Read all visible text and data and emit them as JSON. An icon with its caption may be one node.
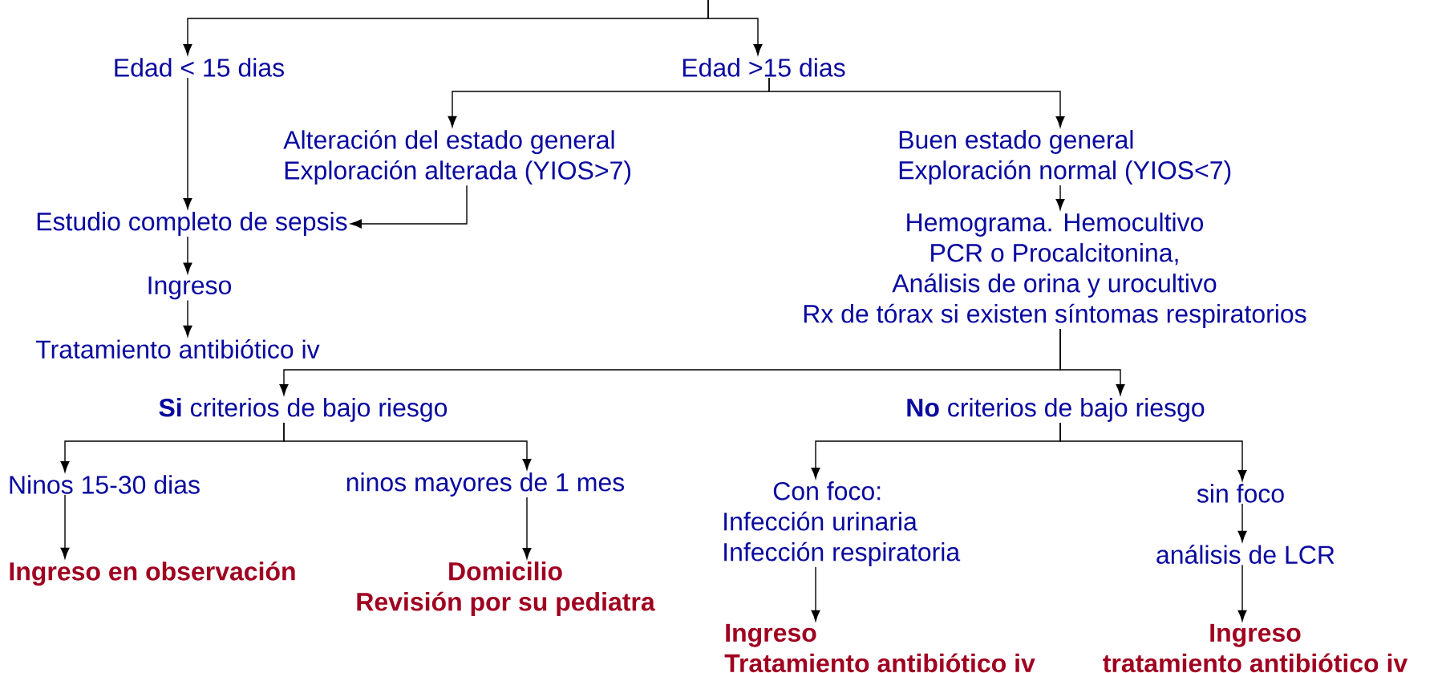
{
  "diagram": {
    "nodes": [
      {
        "text": [
          "Edad < 15 dias"
        ]
      },
      {
        "text": [
          "Edad >15 dias"
        ]
      },
      {
        "text": [
          "Alteración del estado general",
          "Exploración alterada (YIOS>7)"
        ]
      },
      {
        "text": [
          "Buen estado general",
          "Exploración normal (YIOS<7)"
        ]
      },
      {
        "text": [
          "Estudio completo de sepsis"
        ]
      },
      {
        "text": [
          "Ingreso"
        ]
      },
      {
        "text": [
          "Tratamiento antibiótico iv"
        ]
      },
      {
        "text": [
          "Hemograma. Hemocultivo",
          "PCR o Procalcitonina,",
          "Análisis de orina y urocultivo",
          "Rx de tórax si existen síntomas respiratorios"
        ]
      },
      {
        "text": [
          "**Si** criterios de bajo riesgo"
        ]
      },
      {
        "text": [
          "**No** criterios de bajo riesgo"
        ]
      },
      {
        "text": [
          "Ninos 15-30 dias"
        ]
      },
      {
        "text": [
          "ninos mayores de 1 mes"
        ]
      },
      {
        "text": [
          "Ingreso en observación"
        ]
      },
      {
        "text": [
          "Domicilio",
          "Revisión por su pediatra"
        ]
      },
      {
        "text": [
          "Con foco:",
          "Infección urinaria",
          "Infección respiratoria"
        ]
      },
      {
        "text": [
          "sin foco"
        ]
      },
      {
        "text": [
          "Ingreso",
          "Tratamiento antibiótico iv"
        ]
      },
      {
        "text": [
          "análisis de LCR"
        ]
      },
      {
        "text": [
          "Ingreso",
          "tratamiento antibiótico iv"
        ]
      }
    ],
    "edges": [
      {
        "from": null,
        "to": 0,
        "arrow": "to"
      },
      {
        "from": null,
        "to": 1,
        "arrow": "to"
      },
      {
        "from": 1,
        "to": 2,
        "arrow": "to"
      },
      {
        "from": 1,
        "to": 3,
        "arrow": "to"
      },
      {
        "from": 0,
        "to": 4,
        "arrow": "to"
      },
      {
        "from": 2,
        "to": 4,
        "arrow": "to"
      },
      {
        "from": 4,
        "to": 5,
        "arrow": "to"
      },
      {
        "from": 5,
        "to": 6,
        "arrow": "to"
      },
      {
        "from": 3,
        "to": 7,
        "arrow": "to"
      },
      {
        "from": 7,
        "to": 8,
        "arrow": "to"
      },
      {
        "from": 7,
        "to": 9,
        "arrow": "to"
      },
      {
        "from": 8,
        "to": 10,
        "arrow": "to"
      },
      {
        "from": 8,
        "to": 11,
        "arrow": "to"
      },
      {
        "from": 10,
        "to": 12,
        "arrow": "to"
      },
      {
        "from": 11,
        "to": 13,
        "arrow": "to"
      },
      {
        "from": 9,
        "to": 14,
        "arrow": "to"
      },
      {
        "from": 9,
        "to": 15,
        "arrow": "to"
      },
      {
        "from": 14,
        "to": 16,
        "arrow": "to"
      },
      {
        "from": 15,
        "to": 17,
        "arrow": "to"
      },
      {
        "from": 17,
        "to": 18,
        "arrow": "to"
      }
    ]
  }
}
